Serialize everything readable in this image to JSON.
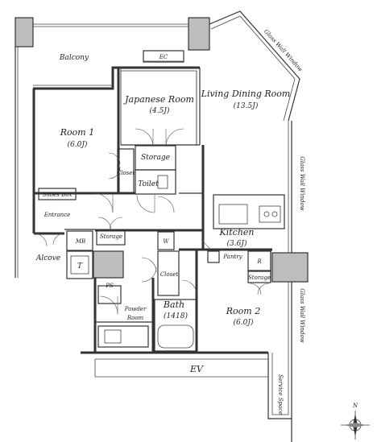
{
  "rooms": {
    "balcony": "Balcony",
    "ec": "EC",
    "japanese_room": "Japanese Room",
    "japanese_room_size": "(4.5J)",
    "living_dining_room": "Living Dining Room",
    "living_dining_size": "(13.5J)",
    "room1": "Room 1",
    "room1_size": "(6.0J)",
    "storage_top": "Storage",
    "closet_left": "Closet",
    "toilet": "Toilet",
    "shoes_box": "Shoes Box",
    "entrance": "Entrance",
    "storage_mid": "Storage",
    "mb": "MB",
    "w": "W",
    "kitchen": "Kitchen",
    "kitchen_size": "(3.6J)",
    "pantry": "Pantry",
    "r": "R",
    "alcove": "Alcove",
    "t": "T",
    "closet_right": "Closet",
    "storage_right": "Storage",
    "ps": "PS",
    "powder_room": "Powder",
    "powder_room_2": "Room",
    "bath": "Bath",
    "bath_size": "(1418)",
    "room2": "Room 2",
    "room2_size": "(6.0J)",
    "ev": "EV",
    "service_space": "Service Space"
  },
  "windows": {
    "glass_wall_top": "Glass Wall Window",
    "glass_wall_mid": "Glass Wall Window",
    "glass_wall_bottom": "Glass Wall Window"
  },
  "compass": {
    "north": "N"
  }
}
